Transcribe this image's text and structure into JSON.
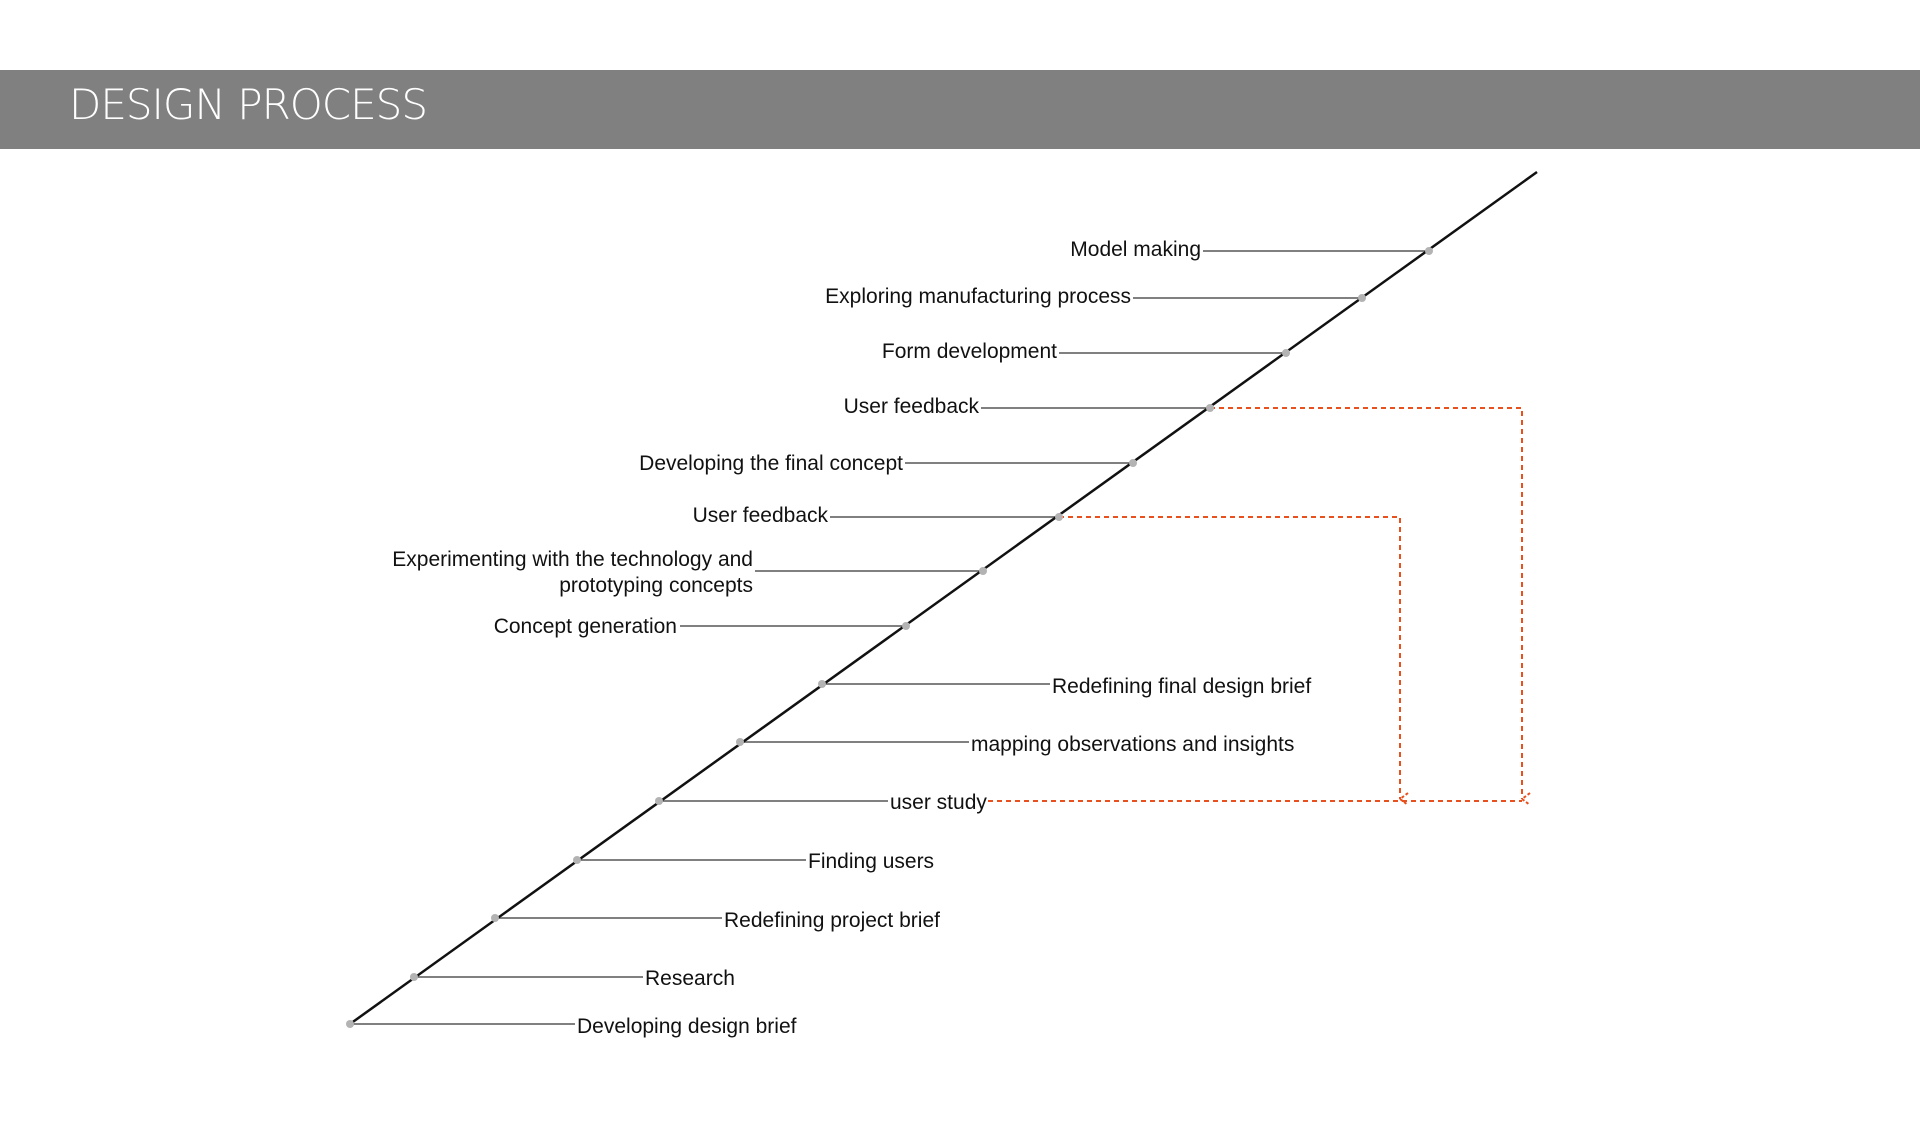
{
  "header": {
    "title": "DESIGN PROCESS",
    "background_color": "#808080",
    "text_color": "#ffffff"
  },
  "diagram": {
    "colors": {
      "main_line": "#111111",
      "leader_line": "#808080",
      "dot": "#b3b3b3",
      "feedback_arrow": "#e8501e"
    },
    "steps": [
      {
        "id": "developing-design-brief",
        "label": "Developing design brief"
      },
      {
        "id": "research",
        "label": "Research"
      },
      {
        "id": "redefining-project-brief",
        "label": "Redefining project brief"
      },
      {
        "id": "finding-users",
        "label": "Finding users"
      },
      {
        "id": "user-study",
        "label": "user study"
      },
      {
        "id": "mapping-observations",
        "label": "mapping observations and insights"
      },
      {
        "id": "redefining-final-brief",
        "label": "Redefining final design brief"
      },
      {
        "id": "concept-generation",
        "label": "Concept generation"
      },
      {
        "id": "experimenting",
        "label": "Experimenting with the technology and",
        "label_line2": "prototyping concepts"
      },
      {
        "id": "user-feedback-1",
        "label": "User feedback"
      },
      {
        "id": "developing-final-concept",
        "label": "Developing the final concept"
      },
      {
        "id": "user-feedback-2",
        "label": "User feedback"
      },
      {
        "id": "form-development",
        "label": "Form development"
      },
      {
        "id": "exploring-manufacturing",
        "label": "Exploring manufacturing process"
      },
      {
        "id": "model-making",
        "label": "Model making"
      }
    ],
    "feedback_loops": [
      {
        "from": "user-feedback-1",
        "to": "user-study"
      },
      {
        "from": "user-feedback-2",
        "to": "user-study"
      }
    ]
  }
}
